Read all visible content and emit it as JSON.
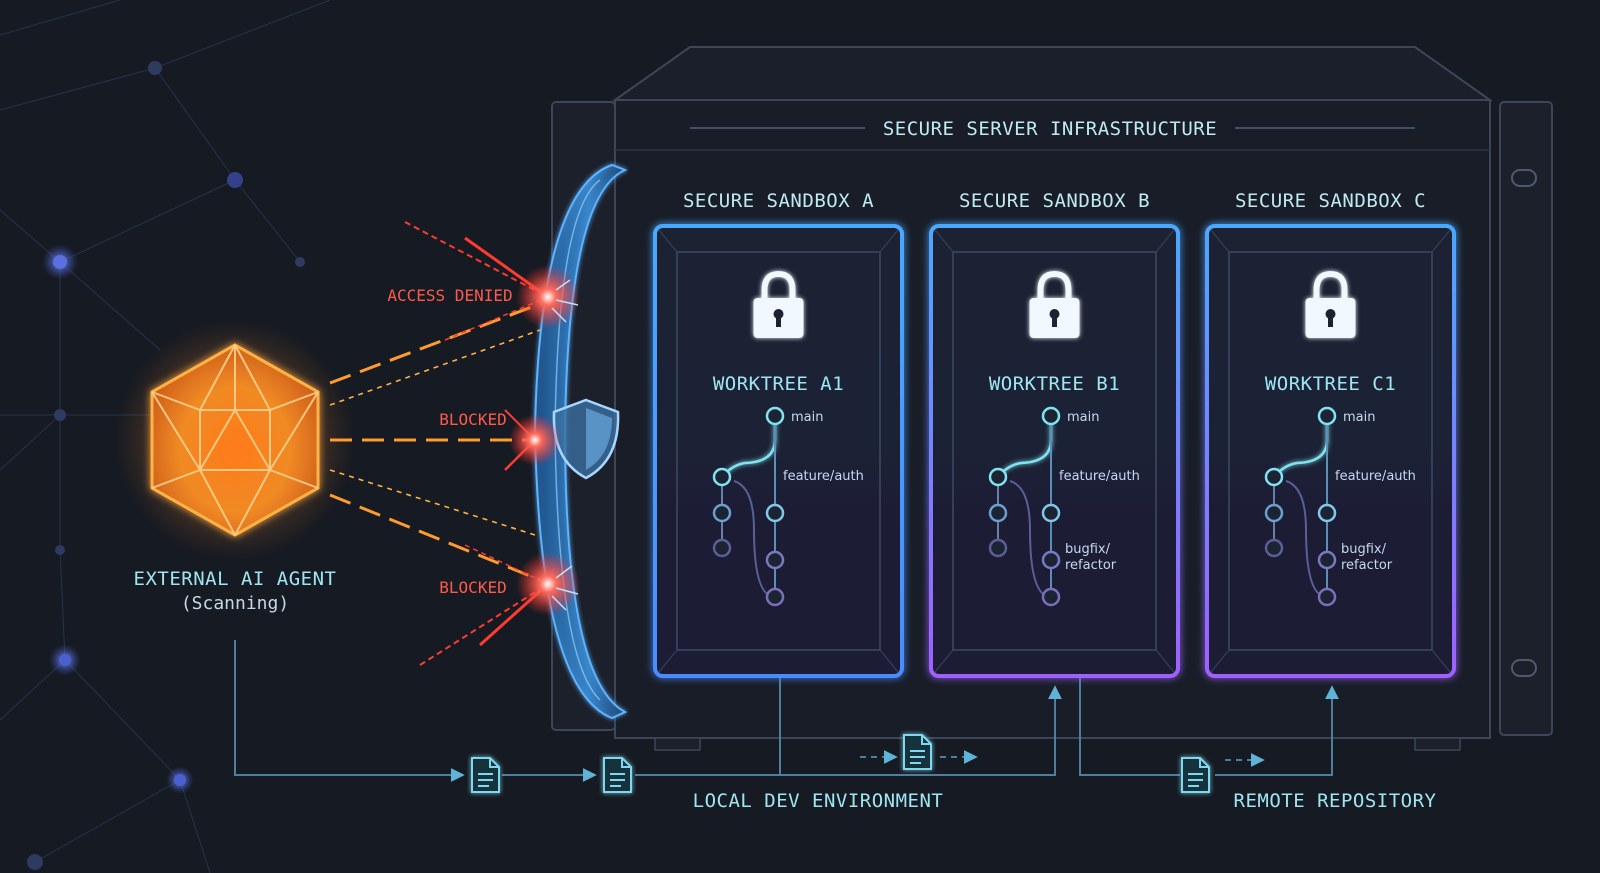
{
  "diagram": {
    "server_title": "SECURE SERVER INFRASTRUCTURE",
    "agent": {
      "label": "EXTERNAL AI AGENT",
      "status": "(Scanning)"
    },
    "attacks": [
      {
        "label": "ACCESS DENIED"
      },
      {
        "label": "BLOCKED"
      },
      {
        "label": "BLOCKED"
      }
    ],
    "sandboxes": [
      {
        "title": "SECURE SANDBOX A",
        "worktree": "WORKTREE A1",
        "branches": {
          "main": "main",
          "feature": "feature/auth",
          "bugfix_1": "",
          "bugfix_2": ""
        },
        "accent": "#4aa8ff"
      },
      {
        "title": "SECURE SANDBOX B",
        "worktree": "WORKTREE B1",
        "branches": {
          "main": "main",
          "feature": "feature/auth",
          "bugfix_1": "bugfix/",
          "bugfix_2": "refactor"
        },
        "accent": "#9b6bff"
      },
      {
        "title": "SECURE SANDBOX C",
        "worktree": "WORKTREE C1",
        "branches": {
          "main": "main",
          "feature": "feature/auth",
          "bugfix_1": "bugfix/",
          "bugfix_2": "refactor"
        },
        "accent": "#9b6bff"
      }
    ],
    "bottom_labels": {
      "local": "LOCAL DEV ENVIRONMENT",
      "remote": "REMOTE REPOSITORY"
    },
    "colors": {
      "background": "#161a22",
      "cyan": "#7fe3f0",
      "threat_red": "#ff3b30",
      "agent_orange": "#ff9a2e",
      "sandbox_blue": "#4aa8ff",
      "sandbox_purple": "#9b6bff"
    }
  }
}
